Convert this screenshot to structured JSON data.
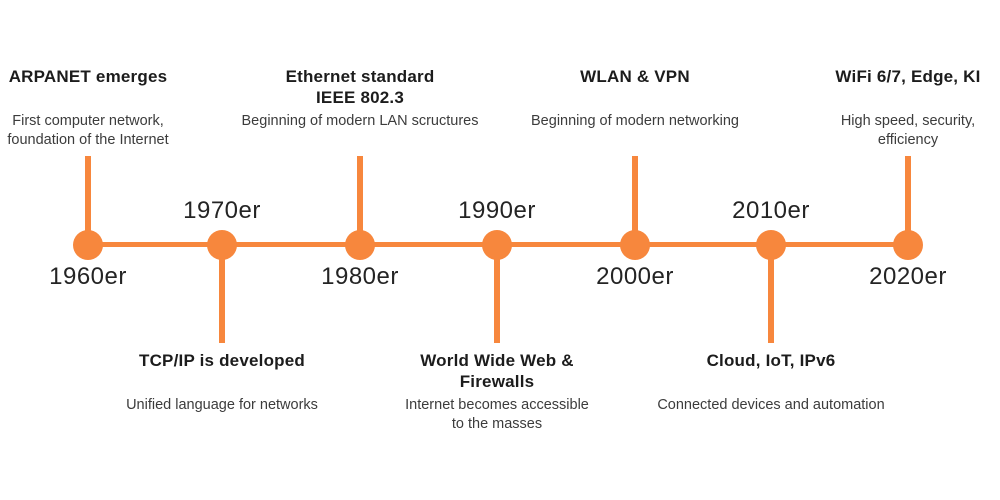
{
  "colors": {
    "accent_orange": "#F7873D",
    "title_text": "#1c1c1c",
    "body_text": "#3c3c3c",
    "decade_text": "#242424",
    "background": "#ffffff"
  },
  "timeline": {
    "events": [
      {
        "decade": "1960er",
        "title": "ARPANET emerges",
        "description": "First computer network,\nfoundation of the Internet"
      },
      {
        "decade": "1970er",
        "title": "TCP/IP is developed",
        "description": "Unified language for networks"
      },
      {
        "decade": "1980er",
        "title": "Ethernet standard\nIEEE 802.3",
        "description": "Beginning of modern LAN scructures"
      },
      {
        "decade": "1990er",
        "title": "World Wide Web &\nFirewalls",
        "description": "Internet becomes accessible\nto the masses"
      },
      {
        "decade": "2000er",
        "title": "WLAN & VPN",
        "description": "Beginning of modern networking"
      },
      {
        "decade": "2010er",
        "title": "Cloud, IoT, IPv6",
        "description": "Connected devices and automation"
      },
      {
        "decade": "2020er",
        "title": "WiFi 6/7, Edge, KI",
        "description": "High speed, security,\nefficiency"
      }
    ]
  }
}
